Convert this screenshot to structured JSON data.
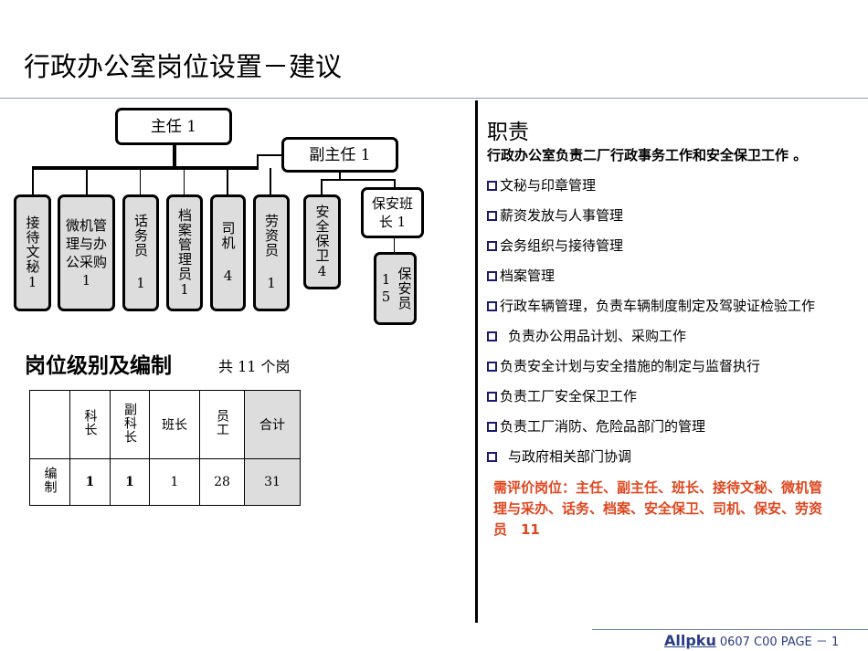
{
  "title": "行政办公室岗位设置－建议",
  "org": {
    "director": "主任 1",
    "deputy": "副主任 1",
    "reception": "接待文秘1",
    "it_purchase": "微机管理与办公采购1",
    "operator": "话务员 1",
    "archive": "档案管理员1",
    "driver": "司机 4",
    "labor": "劳资员 1",
    "security": "安全保卫4",
    "squad_leader": "保安班长 1",
    "guard": "保安员 15"
  },
  "staffing": {
    "heading": "岗位级别及编制",
    "count": "共 11 个岗",
    "headers": [
      "",
      "科长",
      "副科长",
      "班长",
      "员工",
      "合计"
    ],
    "row": [
      "编制",
      "1",
      "1",
      "1",
      "28",
      "31"
    ]
  },
  "responsibilities": {
    "heading": "职责",
    "intro": "行政办公室负责二厂行政事务工作和安全保卫工作 。",
    "items": [
      "文秘与印章管理",
      "薪资发放与人事管理",
      "会务组织与接待管理",
      "档案管理",
      "行政车辆管理，负责车辆制度制定及驾驶证检验工作",
      "负责办公用品计划、采购工作",
      "负责安全计划与安全措施的制定与监督执行",
      "负责工厂安全保卫工作",
      "负责工厂消防、危险品部门的管理",
      "与政府相关部门协调"
    ],
    "evaluation": "需评价岗位：主任、副主任、班长、接待文秘、微机管理与采办、话务、档案、安全保卫、司机、保安、劳资员　11"
  },
  "footer": {
    "logo": "Allpku",
    "page": "0607 C00 PAGE － 1"
  },
  "colors": {
    "accent_red": "#e0461e",
    "rule": "#8a9cc0"
  }
}
